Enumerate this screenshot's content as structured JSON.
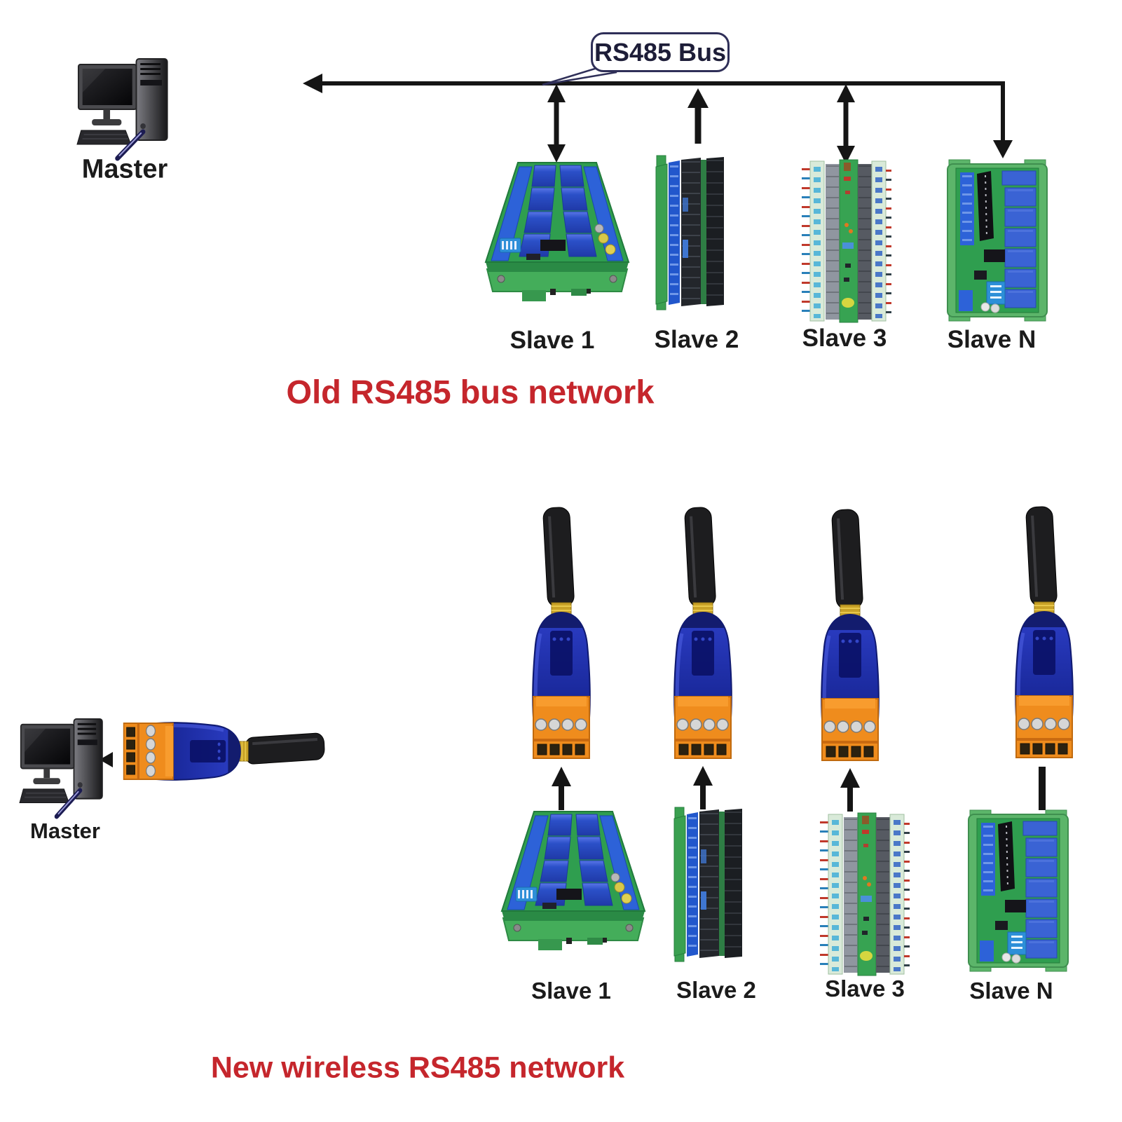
{
  "colors": {
    "section_title_red": "#c5262c",
    "label_black": "#1b1b1b",
    "bus_line_black": "#151515",
    "adapter_body_blue": "#1f2fa6",
    "adapter_terminal_orange": "#f08c1c",
    "antenna_black": "#1d1d1f",
    "pcb_green": "#2f9e4f",
    "relay_blue": "#2b50c8"
  },
  "old_network": {
    "title": "Old RS485 bus network",
    "master_label": "Master",
    "bus_callout": "RS485 Bus",
    "slave_labels": [
      "Slave 1",
      "Slave 2",
      "Slave 3",
      "Slave N"
    ]
  },
  "new_network": {
    "title": "New wireless RS485 network",
    "master_label": "Master",
    "slave_labels": [
      "Slave 1",
      "Slave 2",
      "Slave 3",
      "Slave N"
    ]
  }
}
